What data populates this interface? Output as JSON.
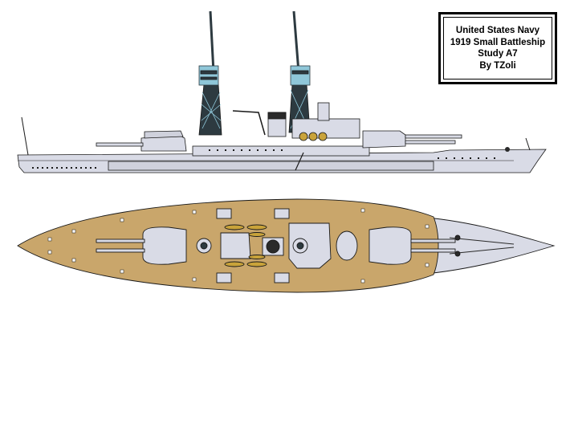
{
  "title_box": {
    "lines": [
      "United States Navy",
      "1919 Small Battleship",
      "Study A7",
      "By TZoli"
    ]
  },
  "colors": {
    "hull_gray": "#d9dbe6",
    "outline": "#1a1a1a",
    "deck_wood": "#c9a66b",
    "mast_dark": "#2d3a40",
    "top_light": "#8fc7d9",
    "boat_tan": "#c9a33a",
    "funnel_dark": "#2a2a2a"
  }
}
